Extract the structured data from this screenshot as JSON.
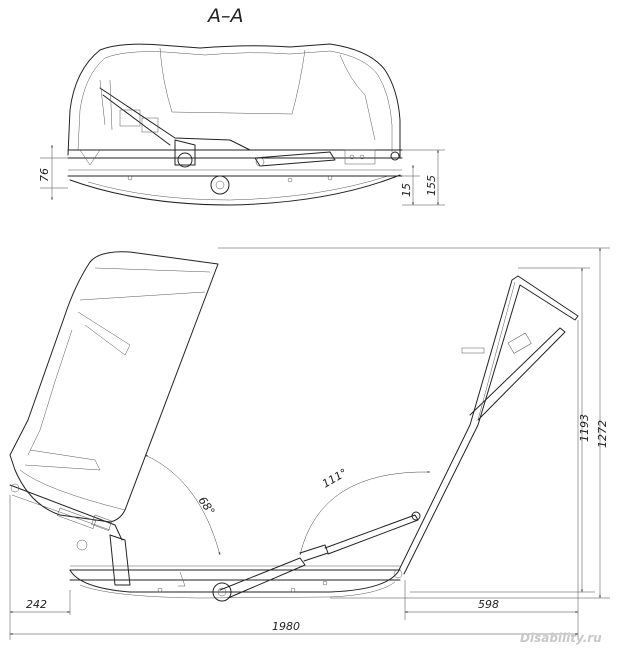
{
  "section_title": "A–A",
  "dimensions": {
    "top_left_height": "76",
    "top_right_small": "15",
    "top_right_height": "155",
    "angle_backrest": "68°",
    "angle_leg": "111°",
    "height_inner": "1193",
    "height_outer": "1272",
    "left_offset": "242",
    "right_offset": "598",
    "total_length": "1980"
  },
  "watermark": "Disability.ru"
}
